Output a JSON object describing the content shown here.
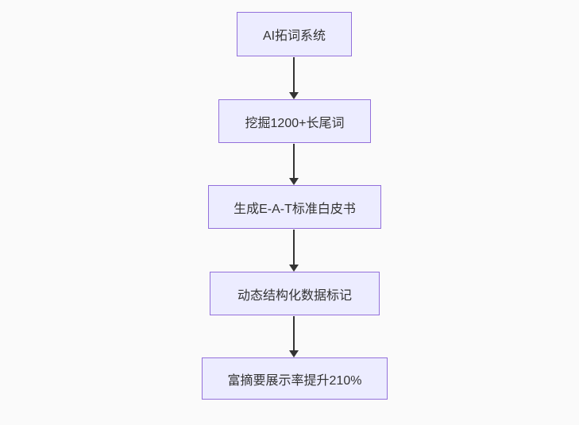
{
  "diagram": {
    "type": "flowchart",
    "direction": "top-down",
    "nodes": [
      {
        "id": "n1",
        "label": "AI拓词系统"
      },
      {
        "id": "n2",
        "label": "挖掘1200+长尾词"
      },
      {
        "id": "n3",
        "label": "生成E-A-T标准白皮书"
      },
      {
        "id": "n4",
        "label": "动态结构化数据标记"
      },
      {
        "id": "n5",
        "label": "富摘要展示率提升210%"
      }
    ],
    "edges": [
      {
        "from": "n1",
        "to": "n2"
      },
      {
        "from": "n2",
        "to": "n3"
      },
      {
        "from": "n3",
        "to": "n4"
      },
      {
        "from": "n4",
        "to": "n5"
      }
    ],
    "colors": {
      "node_fill": "#ECECFF",
      "node_border": "#9370DB",
      "edge": "#333333",
      "text": "#333333",
      "background": "#fafafa"
    }
  }
}
